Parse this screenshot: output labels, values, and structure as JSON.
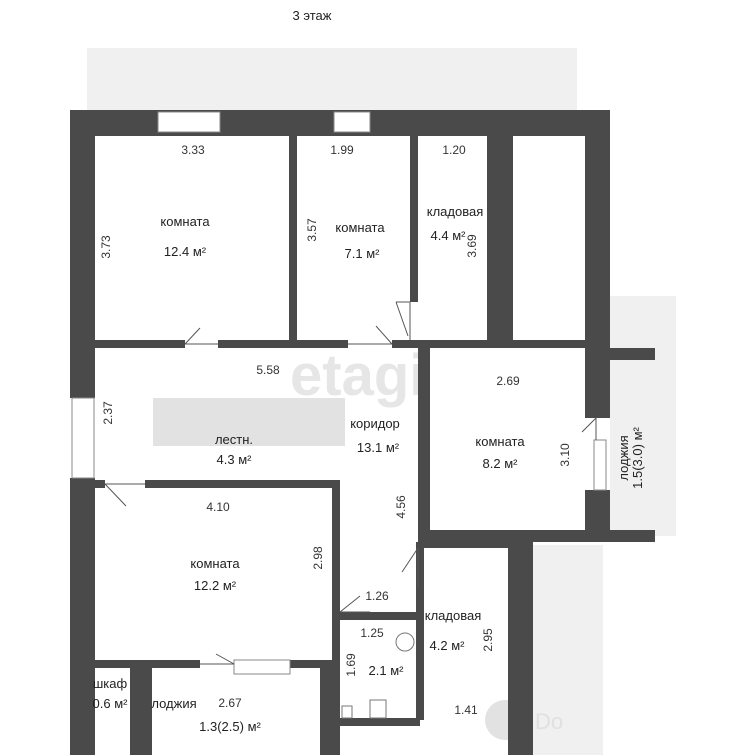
{
  "floor_label": "3 этаж",
  "watermark": "etagi",
  "watermark_corner": "Do",
  "rooms": {
    "room_top_left": {
      "name": "комната",
      "area": "12.4 м²",
      "dim_width": "3.33",
      "dim_height": "3.73"
    },
    "room_top_mid": {
      "name": "комната",
      "area": "7.1 м²",
      "dim_width": "1.99",
      "dim_height": "3.57"
    },
    "storage_top": {
      "name": "кладовая",
      "area": "4.4 м²",
      "dim_width": "1.20",
      "dim_height": "3.69"
    },
    "corridor": {
      "name": "коридор",
      "area": "13.1 м²",
      "dim_width": "5.58",
      "dim_height": "2.37",
      "dim_side": "4.56"
    },
    "stairs": {
      "name": "лестн.",
      "area": "4.3 м²"
    },
    "room_right": {
      "name": "комната",
      "area": "8.2 м²",
      "dim_width": "2.69",
      "dim_height": "3.10"
    },
    "loggia_right": {
      "name": "лоджия",
      "area": "1.5(3.0) м²"
    },
    "room_bottom_left": {
      "name": "комната",
      "area": "12.2 м²",
      "dim_width": "4.10",
      "dim_height": "2.98"
    },
    "bathroom": {
      "area": "2.1 м²",
      "dim_width": "1.25",
      "dim_height": "1.69",
      "dim_top": "1.26"
    },
    "storage_bottom": {
      "name": "кладовая",
      "area": "4.2 м²",
      "dim_width": "1.41",
      "dim_height": "2.95"
    },
    "closet": {
      "name": "шкаф",
      "area": "0.6 м²"
    },
    "loggia_bottom": {
      "name": "лоджия",
      "area": "1.3(2.5) м²",
      "dim_width": "2.67"
    }
  }
}
